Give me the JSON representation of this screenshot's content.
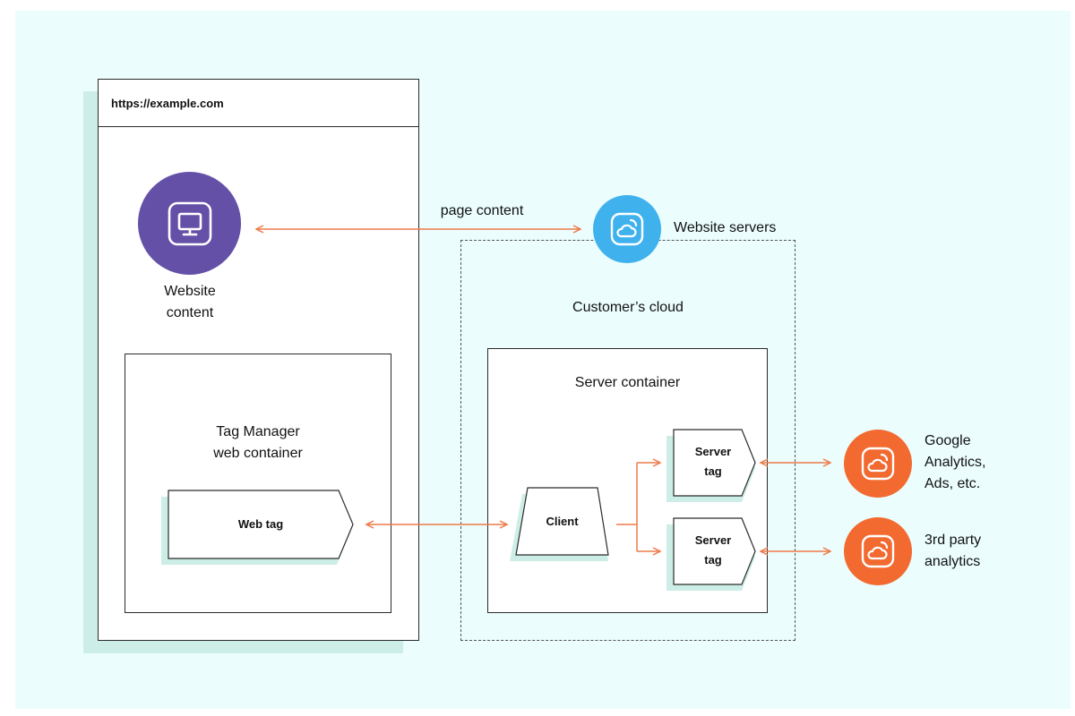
{
  "browser": {
    "url": "https://example.com"
  },
  "website_content": {
    "label_line1": "Website",
    "label_line2": "content",
    "icon": "monitor-icon"
  },
  "page_content_label": "page content",
  "website_servers": {
    "label": "Website servers",
    "icon": "cloud-icon"
  },
  "customers_cloud_label": "Customer’s cloud",
  "tag_manager": {
    "title_line1": "Tag Manager",
    "title_line2": "web container",
    "web_tag": "Web tag"
  },
  "server_container": {
    "title": "Server container",
    "client": "Client",
    "server_tag_1": {
      "line1": "Server",
      "line2": "tag"
    },
    "server_tag_2": {
      "line1": "Server",
      "line2": "tag"
    }
  },
  "destinations": [
    {
      "line1": "Google",
      "line2": "Analytics,",
      "line3": "Ads, etc.",
      "icon": "cloud-icon"
    },
    {
      "line1": "3rd party",
      "line2": "analytics",
      "icon": "cloud-icon"
    }
  ],
  "colors": {
    "background": "#ebfdfd",
    "shadow": "#cdeee6",
    "purple": "#6550a8",
    "blue": "#3fb2ee",
    "orange": "#f26a30",
    "arrow": "#ee7b4a"
  }
}
